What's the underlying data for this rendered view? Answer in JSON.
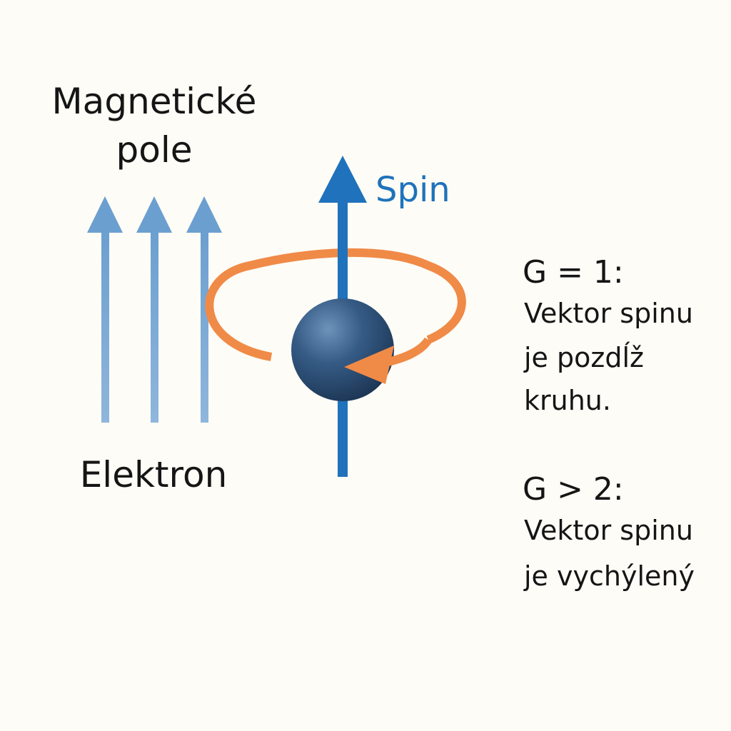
{
  "labels": {
    "field_title_line1": "Magnetické",
    "field_title_line2": "pole",
    "electron": "Elektron",
    "spin": "Spin"
  },
  "cases": [
    {
      "heading": "G = 1:",
      "lines": [
        "Vektor spinu",
        "je pozdĺž",
        "kruhu."
      ]
    },
    {
      "heading": "G > 2:",
      "lines": [
        "Vektor spinu",
        "je vychýlený"
      ]
    }
  ],
  "colors": {
    "background": "#fdfcf6",
    "field_arrows": "#79a7d3",
    "spin_arrow": "#1f72bb",
    "orbit": "#f08a47",
    "electron": "#2c4d72",
    "text": "#151515"
  }
}
